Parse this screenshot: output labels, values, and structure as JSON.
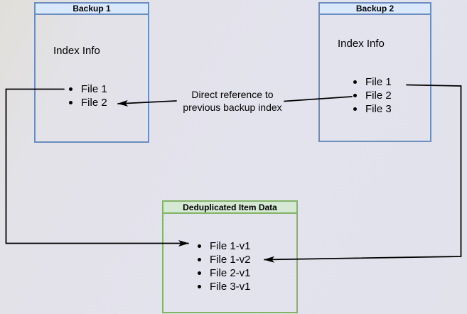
{
  "diagram": {
    "backup1": {
      "title": "Backup 1",
      "index_label": "Index Info",
      "files": [
        "File 1",
        "File 2"
      ]
    },
    "backup2": {
      "title": "Backup 2",
      "index_label": "Index Info",
      "files": [
        "File 1",
        "File 2",
        "File 3"
      ]
    },
    "deduplicated": {
      "title": "Deduplicated Item Data",
      "files": [
        "File 1-v1",
        "File 1-v2",
        "File 2-v1",
        "File 3-v1"
      ]
    },
    "annotation": {
      "line1": "Direct reference to",
      "line2": "previous backup index"
    },
    "arrows": [
      {
        "name": "direct-reference-arrow",
        "from": "Backup 2 / File 2",
        "to": "Backup 1 / File 2"
      },
      {
        "name": "backup1-file1-to-dedup-arrow",
        "from": "Backup 1 / File 1",
        "to": "Deduplicated Item Data / File 1-v1"
      },
      {
        "name": "backup2-file1-to-dedup-arrow",
        "from": "Backup 2 / File 1",
        "to": "Deduplicated Item Data / File 1-v2"
      }
    ]
  },
  "colors": {
    "blue_header": "#dae8fc",
    "blue_border": "#6c8ebf",
    "green_header": "#d5e8d4",
    "green_border": "#82b366",
    "arrow": "#000000",
    "text": "#000000"
  }
}
